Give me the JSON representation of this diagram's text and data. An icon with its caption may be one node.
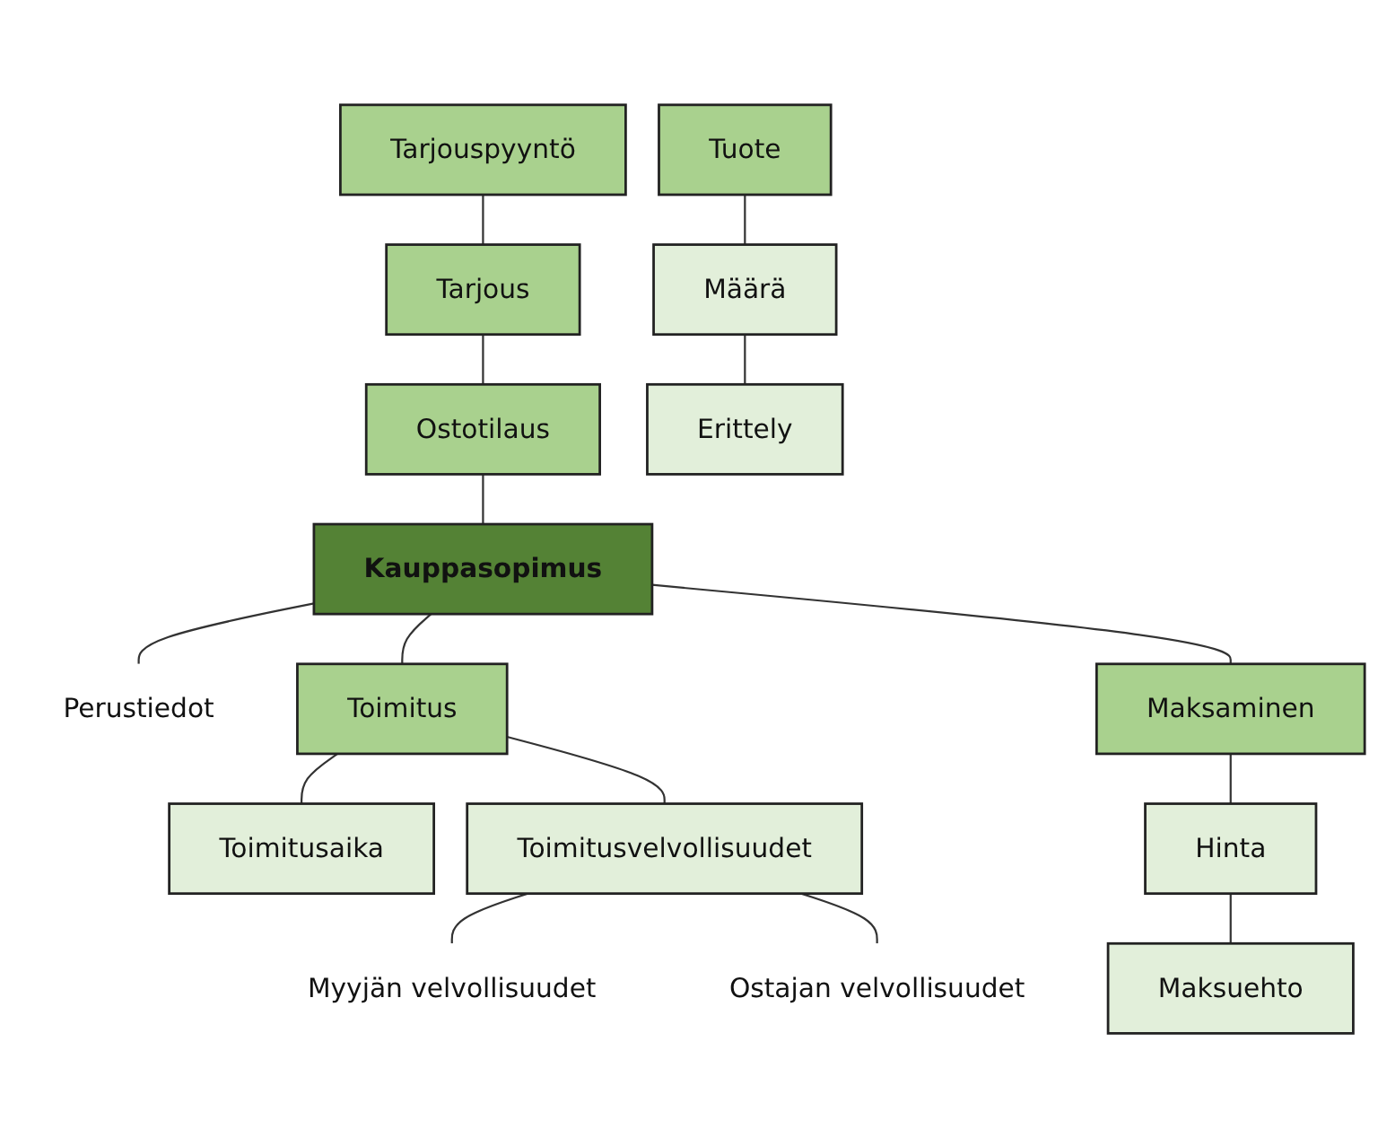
{
  "diagram": {
    "nodes": [
      {
        "text": [
          "Tarjouspyyntö"
        ]
      },
      {
        "text": [
          "Tarjous"
        ]
      },
      {
        "text": [
          "Ostotilaus"
        ]
      },
      {
        "text": [
          "Kauppasopimus"
        ]
      },
      {
        "text": [
          "Perustiedot"
        ]
      },
      {
        "text": [
          "Toimitus"
        ]
      },
      {
        "text": [
          "Maksaminen"
        ]
      },
      {
        "text": [
          "Toimitusaika"
        ]
      },
      {
        "text": [
          "Toimitusvelvollisuudet"
        ]
      },
      {
        "text": [
          "Myyjän velvollisuudet"
        ]
      },
      {
        "text": [
          "Ostajan velvollisuudet"
        ]
      },
      {
        "text": [
          "Hinta"
        ]
      },
      {
        "text": [
          "Maksuehto"
        ]
      },
      {
        "text": [
          "Tuote"
        ]
      },
      {
        "text": [
          "Määrä"
        ]
      },
      {
        "text": [
          "Erittely"
        ]
      }
    ],
    "edges": [
      {
        "from": 0,
        "to": 1,
        "arrow": "none"
      },
      {
        "from": 1,
        "to": 2,
        "arrow": "none"
      },
      {
        "from": 2,
        "to": 3,
        "arrow": "none"
      },
      {
        "from": 3,
        "to": 4,
        "arrow": "none"
      },
      {
        "from": 3,
        "to": 5,
        "arrow": "none"
      },
      {
        "from": 3,
        "to": 6,
        "arrow": "none"
      },
      {
        "from": 5,
        "to": 7,
        "arrow": "none"
      },
      {
        "from": 5,
        "to": 8,
        "arrow": "none"
      },
      {
        "from": 8,
        "to": 9,
        "arrow": "none"
      },
      {
        "from": 8,
        "to": 10,
        "arrow": "none"
      },
      {
        "from": 6,
        "to": 11,
        "arrow": "none"
      },
      {
        "from": 11,
        "to": 12,
        "arrow": "none"
      },
      {
        "from": 13,
        "to": 14,
        "arrow": "none"
      },
      {
        "from": 14,
        "to": 15,
        "arrow": "none"
      }
    ]
  }
}
